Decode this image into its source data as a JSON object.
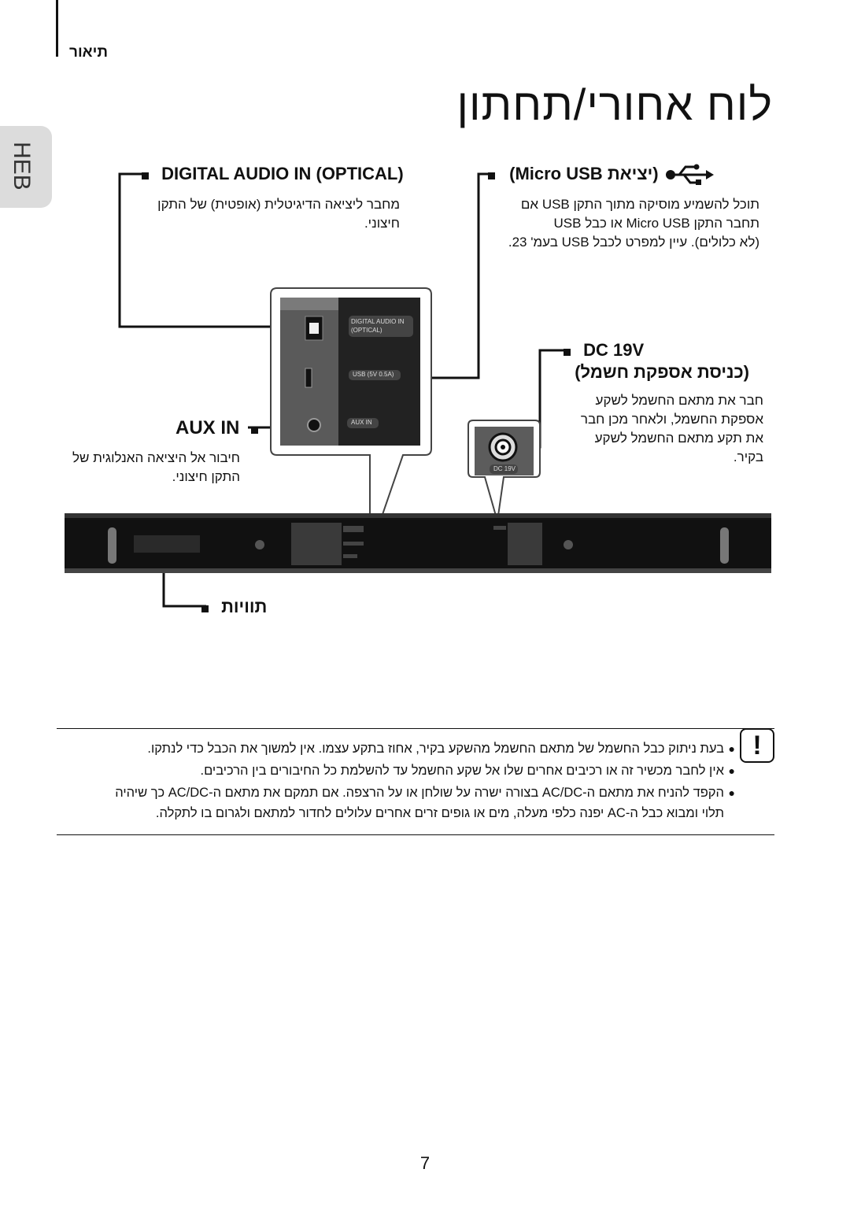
{
  "header": {
    "section": "תיאור"
  },
  "page_title": "לוח אחורי/תחתון",
  "language_tab": "HEB",
  "callouts": {
    "optical": {
      "title": "DIGITAL AUDIO IN (OPTICAL)",
      "desc_line1": "מחבר ליציאה הדיגיטלית (אופטית) של התקן",
      "desc_line2": "חיצוני."
    },
    "usb": {
      "title": "(Micro USB יציאת)",
      "desc_line1": "תוכל להשמיע מוסיקה מתוך התקן USB אם",
      "desc_line2": "תחבר התקן Micro USB או כבל USB",
      "desc_line3": "(לא כלולים). עיין למפרט לכבל USB בעמ' 23."
    },
    "aux": {
      "title": "AUX IN",
      "desc_line1": "חיבור אל היציאה האנלוגית של",
      "desc_line2": "התקן חיצוני."
    },
    "dc": {
      "title": "DC 19V",
      "subtitle": "(כניסת אספקת חשמל)",
      "desc_line1": "חבר את מתאם החשמל לשקע",
      "desc_line2": "אספקת החשמל, ולאחר מכן חבר",
      "desc_line3": "את תקע מתאם החשמל לשקע",
      "desc_line4": "בקיר."
    },
    "labels": {
      "title": "תוויות"
    }
  },
  "device_panel": {
    "optical_label_1": "DIGITAL AUDIO IN",
    "optical_label_2": "(OPTICAL)",
    "usb_label": "USB (5V 0.5A)",
    "aux_label": "AUX IN",
    "dc_label": "DC 19V"
  },
  "notes": [
    "בעת ניתוק כבל החשמל של מתאם החשמל מהשקע בקיר, אחוז בתקע עצמו. אין למשוך את הכבל כדי לנתקו.",
    "אין לחבר מכשיר זה או רכיבים אחרים שלו אל שקע החשמל עד להשלמת כל החיבורים בין הרכיבים.",
    "הקפד להניח את מתאם ה-AC/DC בצורה ישרה על שולחן או על הרצפה. אם תמקם את מתאם ה-AC/DC כך שיהיה",
    "תלוי ומבוא כבל ה-AC יפנה כלפי מעלה, מים או גופים זרים אחרים עלולים לחדור למתאם ולגרום בו לתקלה."
  ],
  "page_number": "7"
}
